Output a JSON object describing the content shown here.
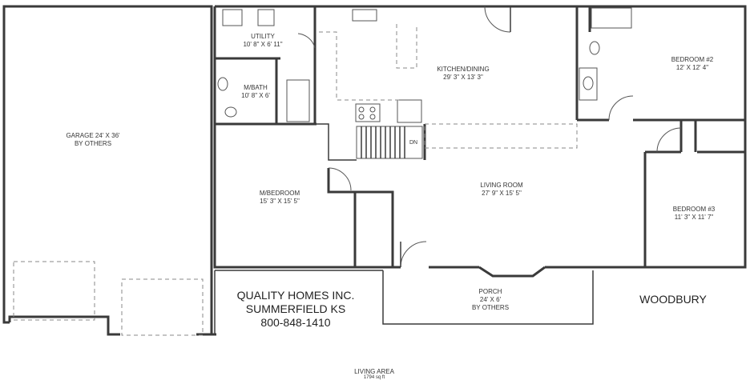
{
  "rooms": {
    "garage": {
      "name": "GARAGE 24' X 36'",
      "note": "BY OTHERS"
    },
    "utility": {
      "name": "UTILITY",
      "dims": "10' 8\" X 6' 11\""
    },
    "mbath": {
      "name": "M/BATH",
      "dims": "10' 8\" X 6'"
    },
    "kitchen": {
      "name": "KITCHEN/DINING",
      "dims": "29' 3\" X 13' 3\""
    },
    "bedroom2": {
      "name": "BEDROOM #2",
      "dims": "12' X 12' 4\""
    },
    "mbedroom": {
      "name": "M/BEDROOM",
      "dims": "15' 3\" X 15' 5\""
    },
    "living": {
      "name": "LIVING ROOM",
      "dims": "27' 9\" X 15' 5\""
    },
    "bedroom3": {
      "name": "BEDROOM #3",
      "dims": "11' 3\" X 11' 7\""
    },
    "porch": {
      "name": "PORCH",
      "dims": "24' X 6'",
      "note": "BY OTHERS"
    }
  },
  "stairs_label": "DN",
  "builder": {
    "name": "QUALITY HOMES INC.",
    "location": "SUMMERFIELD  KS",
    "phone": "800-848-1410"
  },
  "model_name": "WOODBURY",
  "living_area": {
    "label": "LIVING AREA",
    "value": "1794 sq ft"
  }
}
